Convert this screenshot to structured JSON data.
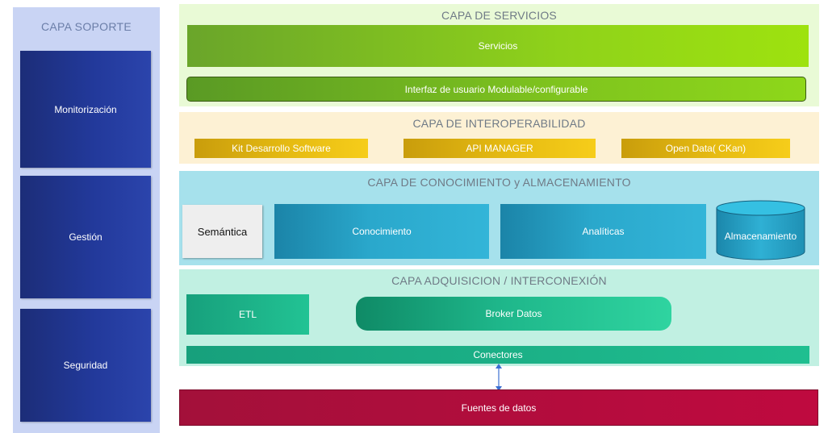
{
  "support": {
    "title": "CAPA SOPORTE",
    "items": [
      "Monitorización",
      "Gestión",
      "Seguridad"
    ]
  },
  "services": {
    "title": "CAPA DE SERVICIOS",
    "main": "Servicios",
    "ui": "Interfaz de usuario Modulable/configurable"
  },
  "interop": {
    "title": "CAPA DE INTEROPERABILIDAD",
    "items": [
      "Kit Desarrollo Software",
      "API MANAGER",
      "Open Data( CKan)"
    ]
  },
  "knowledge": {
    "title": "CAPA DE CONOCIMIENTO y ALMACENAMIENTO",
    "semantica": "Semántica",
    "conocimiento": "Conocimiento",
    "analiticas": "Analíticas",
    "almacenamiento": "Almacenamiento"
  },
  "acquisition": {
    "title": "CAPA ADQUISICION / INTERCONEXIÓN",
    "etl": "ETL",
    "broker": "Broker Datos",
    "conectores": "Conectores"
  },
  "sources": {
    "label": "Fuentes de datos"
  },
  "colors": {
    "support_bg": "#c9d4f4",
    "support_box": "#22399a",
    "services_bg": "#e9fad6",
    "services_green": "#8fd21a",
    "interop_bg": "#fdf1d4",
    "interop_yellow": "#e6bb12",
    "knowledge_bg": "#a6e1ec",
    "knowledge_teal": "#2aa8cc",
    "acquisition_bg": "#c1f0e2",
    "acquisition_green": "#1fbf90",
    "sources_red": "#bf0a3f",
    "arrow": "#3b6fd1"
  }
}
